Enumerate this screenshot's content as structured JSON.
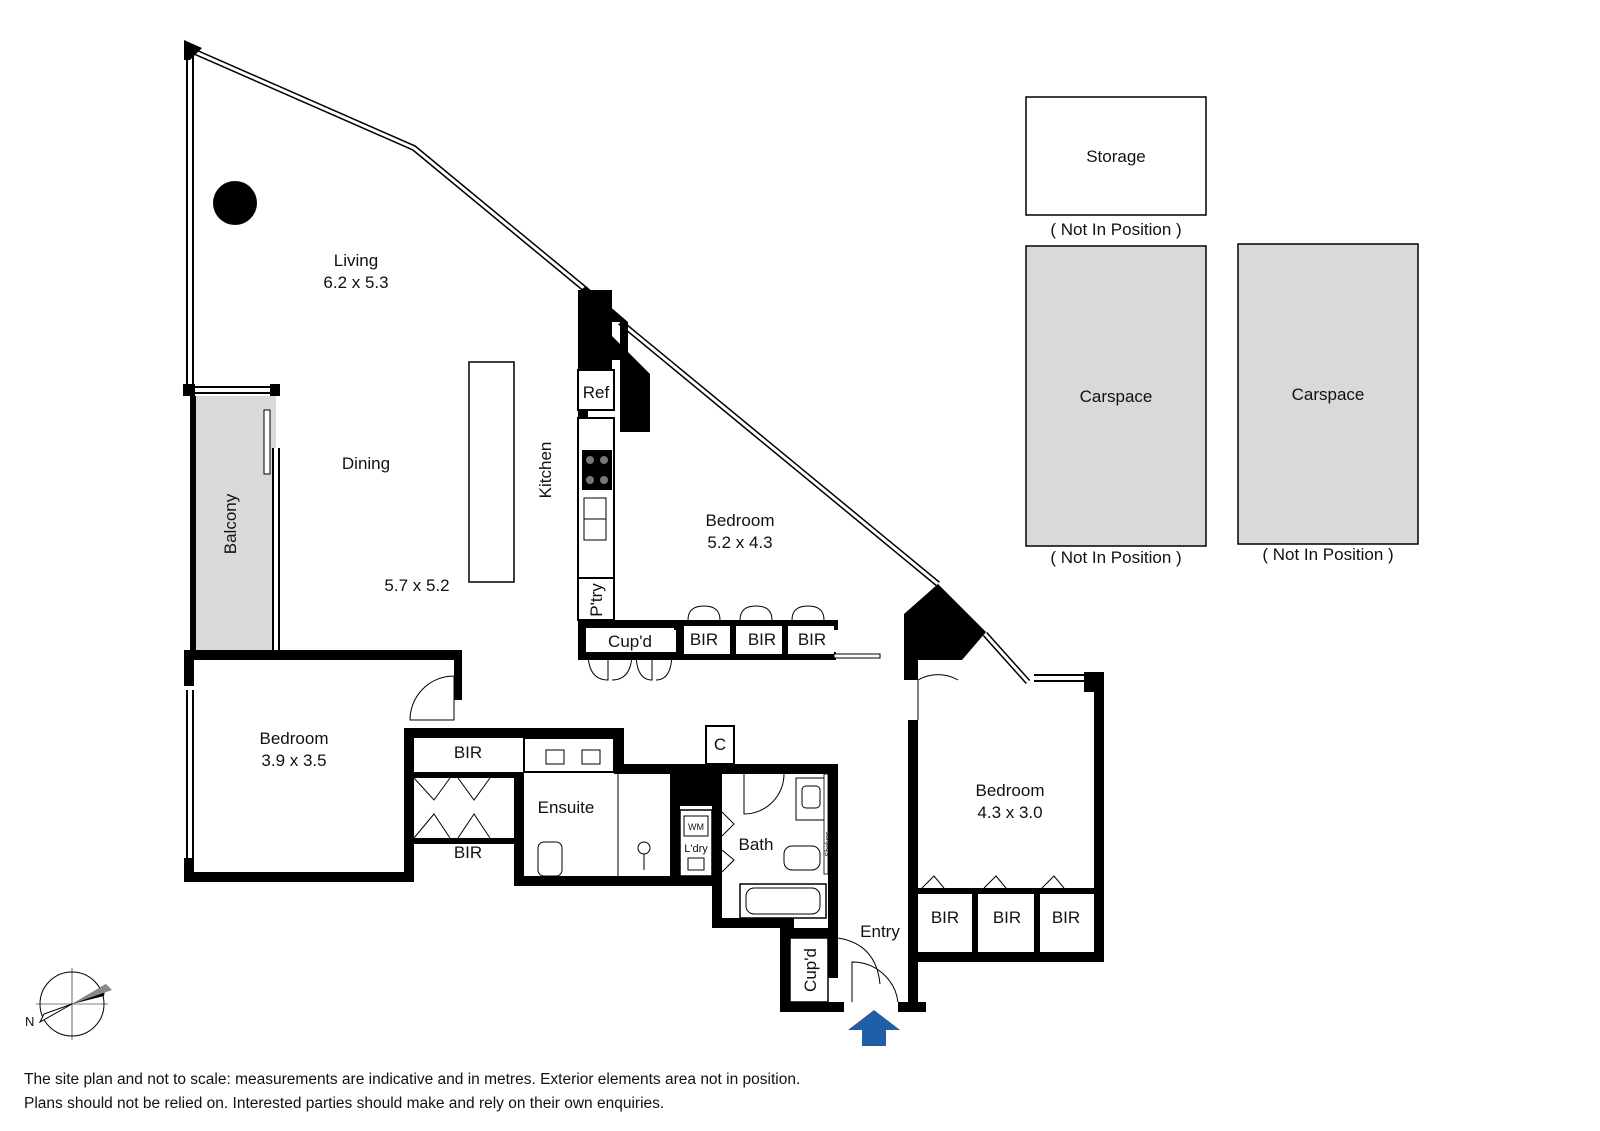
{
  "rooms": {
    "living": {
      "name": "Living",
      "dims": "6.2 x 5.3"
    },
    "dining": {
      "name": "Dining",
      "dims": "5.7 x 5.2"
    },
    "kitchen": {
      "name": "Kitchen"
    },
    "balcony": {
      "name": "Balcony"
    },
    "bedroom_centre": {
      "name": "Bedroom",
      "dims": "5.2 x 4.3"
    },
    "bedroom_left": {
      "name": "Bedroom",
      "dims": "3.9 x 3.5"
    },
    "bedroom_right": {
      "name": "Bedroom",
      "dims": "4.3 x 3.0"
    },
    "ensuite": {
      "name": "Ensuite"
    },
    "bath": {
      "name": "Bath"
    },
    "entry": {
      "name": "Entry"
    }
  },
  "fixtures": {
    "ref": "Ref",
    "pantry": "P'try",
    "cupboard": "Cup'd",
    "bir": "BIR",
    "c": "C",
    "wm": "WM",
    "laundry": "L'dry",
    "shelves": "Shelves"
  },
  "external": {
    "storage": "Storage",
    "carspace": "Carspace",
    "not_in_position": "( Not In Position )"
  },
  "compass": {
    "north": "N"
  },
  "colors": {
    "wall": "#000000",
    "grey_fill": "#d9d9d9",
    "entry_arrow": "#1f5fa8"
  },
  "disclaimer": {
    "line1": "The site plan and not to scale: measurements are indicative and in metres. Exterior elements area not in position.",
    "line2": "Plans should not be relied on. Interested parties should make and rely on their own enquiries."
  }
}
